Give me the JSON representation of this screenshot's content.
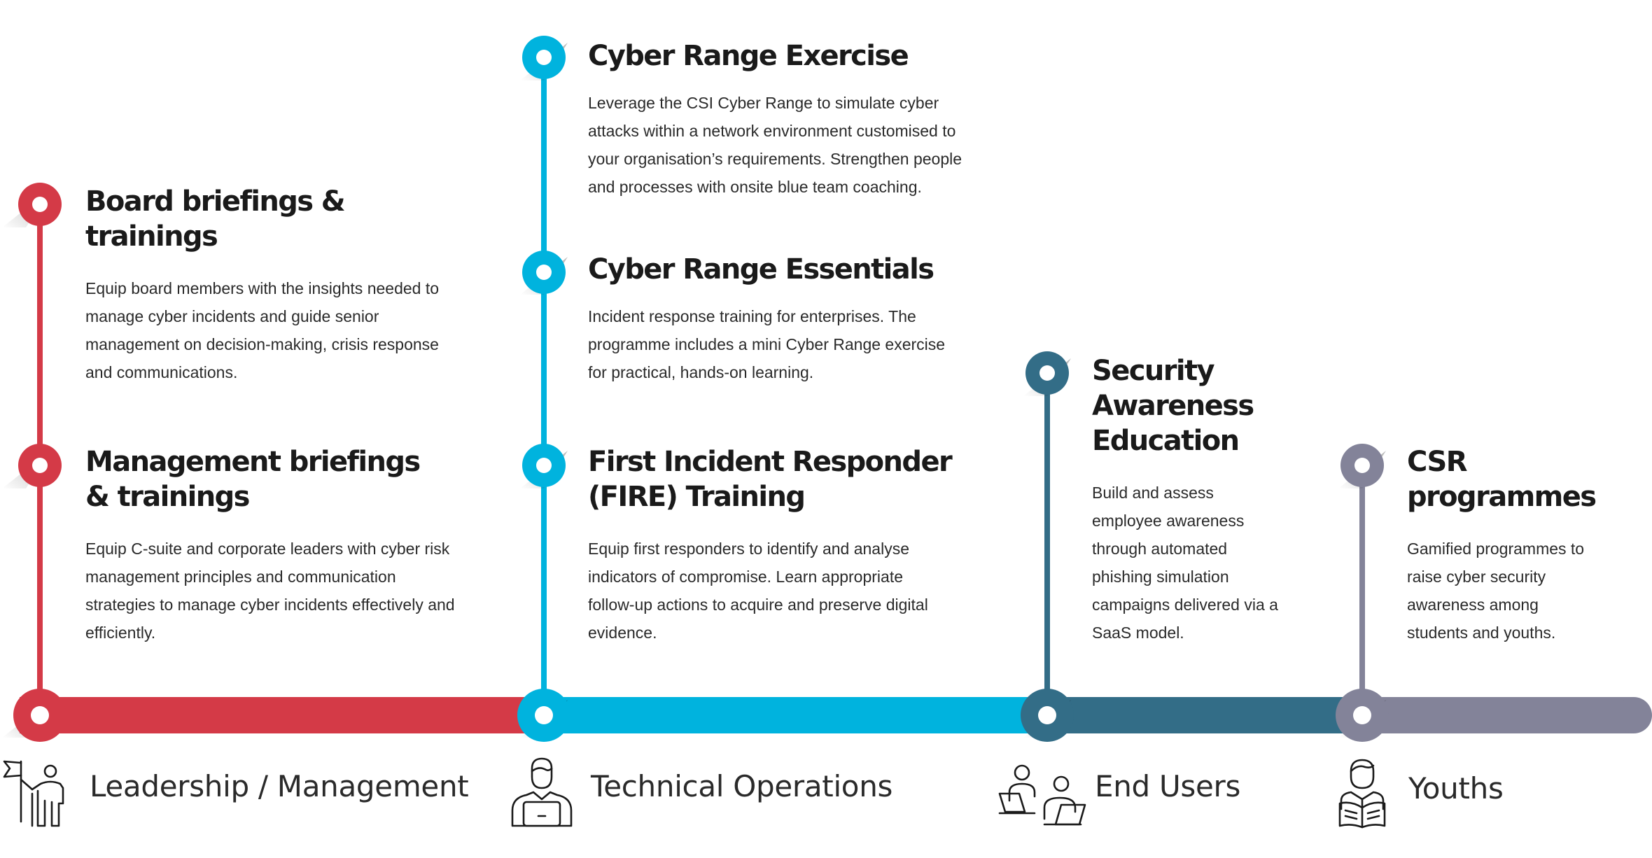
{
  "colors": {
    "leadership": "#d43a47",
    "technical": "#00b3de",
    "end_users": "#336d87",
    "youths": "#838399"
  },
  "categories": [
    {
      "id": "leadership",
      "label": "Leadership / Management",
      "icon": "leader-flag-icon"
    },
    {
      "id": "technical",
      "label": "Technical Operations",
      "icon": "person-laptop-icon"
    },
    {
      "id": "end_users",
      "label": "End Users",
      "icon": "users-laptops-icon"
    },
    {
      "id": "youths",
      "label": "Youths",
      "icon": "student-book-icon"
    }
  ],
  "programmes": {
    "board": {
      "title": [
        "Board briefings &",
        "trainings"
      ],
      "description": [
        "Equip board members with the insights needed to",
        "manage cyber incidents and guide senior",
        "management on decision-making, crisis response",
        "and communications."
      ]
    },
    "management": {
      "title": [
        "Management briefings",
        "& trainings"
      ],
      "description": [
        "Equip C-suite and corporate leaders with cyber risk",
        "management principles and communication",
        "strategies to manage cyber incidents effectively and",
        "efficiently."
      ]
    },
    "range_exercise": {
      "title": [
        "Cyber Range Exercise"
      ],
      "description": [
        "Leverage the CSI Cyber Range to simulate cyber",
        "attacks within a network environment customised to",
        "your organisation’s requirements. Strengthen people",
        "and processes with onsite blue team coaching."
      ]
    },
    "range_essentials": {
      "title": [
        "Cyber Range Essentials"
      ],
      "description": [
        "Incident response training for enterprises. The",
        "programme includes a mini Cyber Range exercise",
        "for practical, hands-on learning."
      ]
    },
    "fire": {
      "title": [
        "First Incident Responder",
        "(FIRE) Training"
      ],
      "description": [
        "Equip first responders to identify and analyse",
        "indicators of compromise. Learn appropriate",
        "follow-up actions to acquire and preserve digital",
        "evidence."
      ]
    },
    "awareness": {
      "title": [
        "Security",
        "Awareness",
        "Education"
      ],
      "description": [
        "Build and assess",
        "employee awareness",
        "through automated",
        "phishing simulation",
        "campaigns delivered via a",
        "SaaS model."
      ]
    },
    "csr": {
      "title": [
        "CSR",
        "programmes"
      ],
      "description": [
        "Gamified programmes to",
        "raise cyber security",
        "awareness among",
        "students and youths."
      ]
    }
  }
}
